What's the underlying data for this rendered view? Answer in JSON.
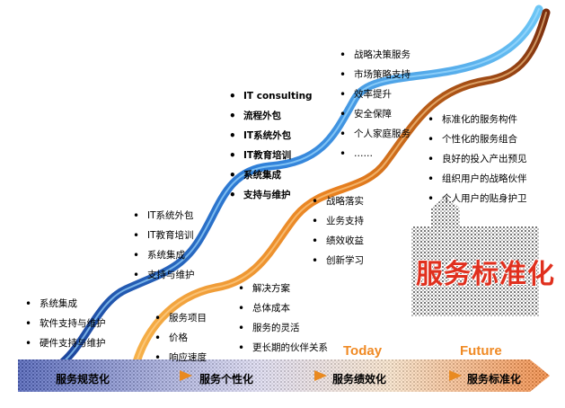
{
  "colors": {
    "blue_curve": "#2f8fe0",
    "blue_dark": "#1a4fa8",
    "orange_curve": "#f0922a",
    "brown_dark": "#8a3a12",
    "accent_red": "#e0301e",
    "era_orange": "#f08a24"
  },
  "lists": {
    "stage1": [
      "系统集成",
      "软件支持与维护",
      "硬件支持与维护"
    ],
    "stage2_blue": [
      "IT系统外包",
      "IT教育培训",
      "系统集成",
      "支持与维护"
    ],
    "stage2_orange": [
      "服务项目",
      "价格",
      "响应速度"
    ],
    "stage3_blue": [
      "IT consulting",
      "流程外包",
      "IT系统外包",
      "IT教育培训",
      "系统集成",
      "支持与维护"
    ],
    "stage3_orange_a": [
      "战略落实",
      "业务支持",
      "绩效收益",
      "创新学习"
    ],
    "stage3_orange_b": [
      "解决方案",
      "总体成本",
      "服务的灵活",
      "更长期的伙伴关系"
    ],
    "stage4_blue": [
      "战略决策服务",
      "市场策略支持",
      "效率提升",
      "安全保障",
      "个人家庭服务",
      "……"
    ],
    "stage4_orange": [
      "标准化的服务构件",
      "个性化的服务组合",
      "良好的投入产出预见",
      "组织用户的战略伙伴",
      "个人用户的贴身护卫"
    ]
  },
  "highlight": "服务标准化",
  "eras": {
    "today": "Today",
    "future": "Future"
  },
  "stages": [
    "服务规范化",
    "服务个性化",
    "服务绩效化",
    "服务标准化"
  ]
}
